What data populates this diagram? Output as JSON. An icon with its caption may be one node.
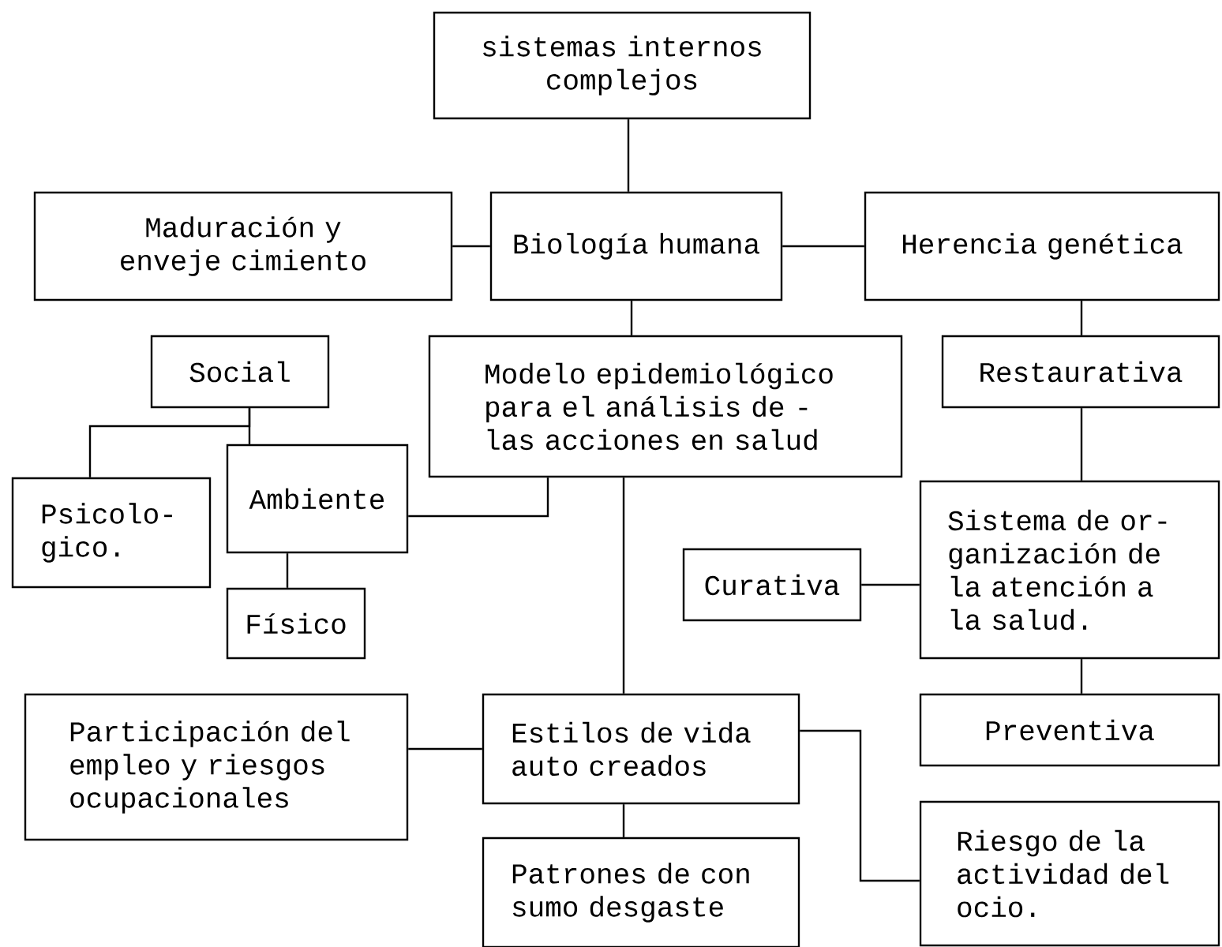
{
  "diagram": {
    "nodes": [
      {
        "text": [
          "sistemas internos complejos"
        ]
      },
      {
        "text": [
          "Maduración y enveje cimiento"
        ]
      },
      {
        "text": [
          "Biología humana"
        ]
      },
      {
        "text": [
          "Herencia genética"
        ]
      },
      {
        "text": [
          "Social"
        ]
      },
      {
        "text": [
          "Modelo epidemiológico para el análisis de - las acciones en salud"
        ]
      },
      {
        "text": [
          "Restaurativa"
        ]
      },
      {
        "text": [
          "Psicolo- gico."
        ]
      },
      {
        "text": [
          "Ambiente"
        ]
      },
      {
        "text": [
          "Físico"
        ]
      },
      {
        "text": [
          "Curativa"
        ]
      },
      {
        "text": [
          "Sistema de or- ganización de la atención a la salud."
        ]
      },
      {
        "text": [
          "Participación del empleo y riesgos ocupacionales"
        ]
      },
      {
        "text": [
          "Estilos de vida auto creados"
        ]
      },
      {
        "text": [
          "Preventiva"
        ]
      },
      {
        "text": [
          "Patrones de con sumo desgaste"
        ]
      },
      {
        "text": [
          "Riesgo de la actividad del ocio."
        ]
      }
    ],
    "edges": [
      {
        "from": 0,
        "to": 2,
        "arrow": "none"
      },
      {
        "from": 1,
        "to": 2,
        "arrow": "none"
      },
      {
        "from": 2,
        "to": 3,
        "arrow": "none"
      },
      {
        "from": 2,
        "to": 5,
        "arrow": "none"
      },
      {
        "from": 3,
        "to": 6,
        "arrow": "none"
      },
      {
        "from": 4,
        "to": 7,
        "arrow": "none"
      },
      {
        "from": 4,
        "to": 8,
        "arrow": "none"
      },
      {
        "from": 8,
        "to": 9,
        "arrow": "none"
      },
      {
        "from": 8,
        "to": 5,
        "arrow": "none"
      },
      {
        "from": 5,
        "to": 13,
        "arrow": "none"
      },
      {
        "from": 10,
        "to": 11,
        "arrow": "none"
      },
      {
        "from": 6,
        "to": 11,
        "arrow": "none"
      },
      {
        "from": 11,
        "to": 14,
        "arrow": "none"
      },
      {
        "from": 12,
        "to": 13,
        "arrow": "none"
      },
      {
        "from": 13,
        "to": 15,
        "arrow": "none"
      },
      {
        "from": 13,
        "to": 16,
        "arrow": "none"
      }
    ]
  }
}
